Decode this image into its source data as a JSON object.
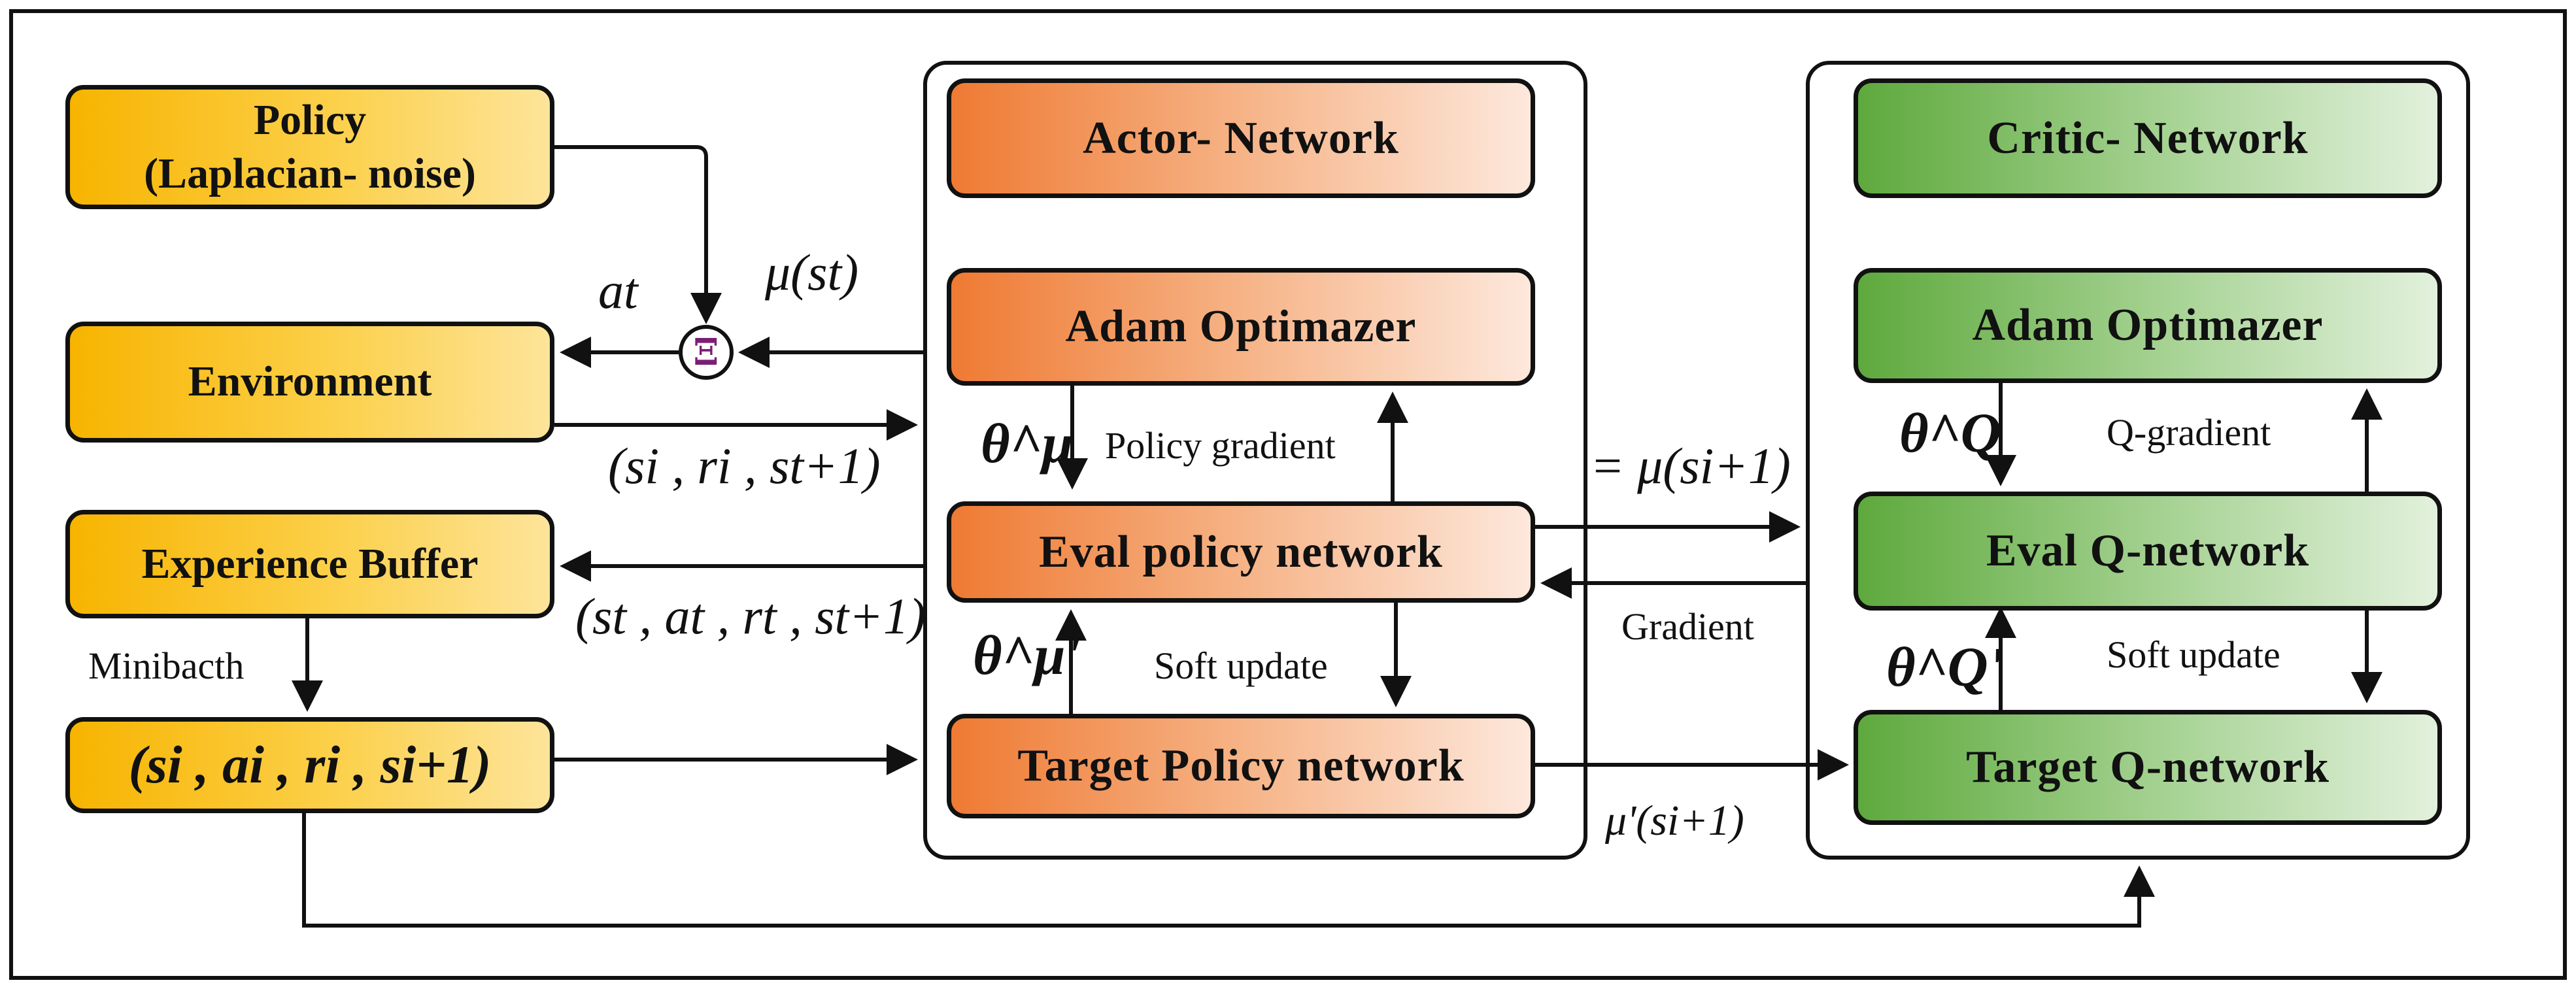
{
  "left": {
    "policy": "Policy\n(Laplacian- noise)",
    "environment": "Environment",
    "experience_buffer": "Experience Buffer",
    "sample": "(si , ai , ri , si+1)"
  },
  "actor": {
    "title": "Actor- Network",
    "optimizer": "Adam Optimazer",
    "eval": "Eval policy network",
    "target": "Target Policy network",
    "gradient_label": "Policy gradient",
    "soft_update": "Soft update",
    "theta_eval": "θ^μ",
    "theta_target": "θ^μ'"
  },
  "critic": {
    "title": "Critic- Network",
    "optimizer": "Adam Optimazer",
    "eval": "Eval Q-network",
    "target": "Target Q-network",
    "gradient_label": "Q-gradient",
    "soft_update": "Soft update",
    "theta_eval": "θ^Q",
    "theta_target": "θ^Q'"
  },
  "labels": {
    "noise_symbol": "Ξ",
    "action": "at",
    "mu_st": "μ(st)",
    "transition_env": "(si , ri , st+1)",
    "transition_buffer": "(st , at , rt , st+1)",
    "minibatch": "Minibacth",
    "mu_next": "= μ(si+1)",
    "gradient": "Gradient",
    "mu_prime_next": "μ'(si+1)"
  }
}
